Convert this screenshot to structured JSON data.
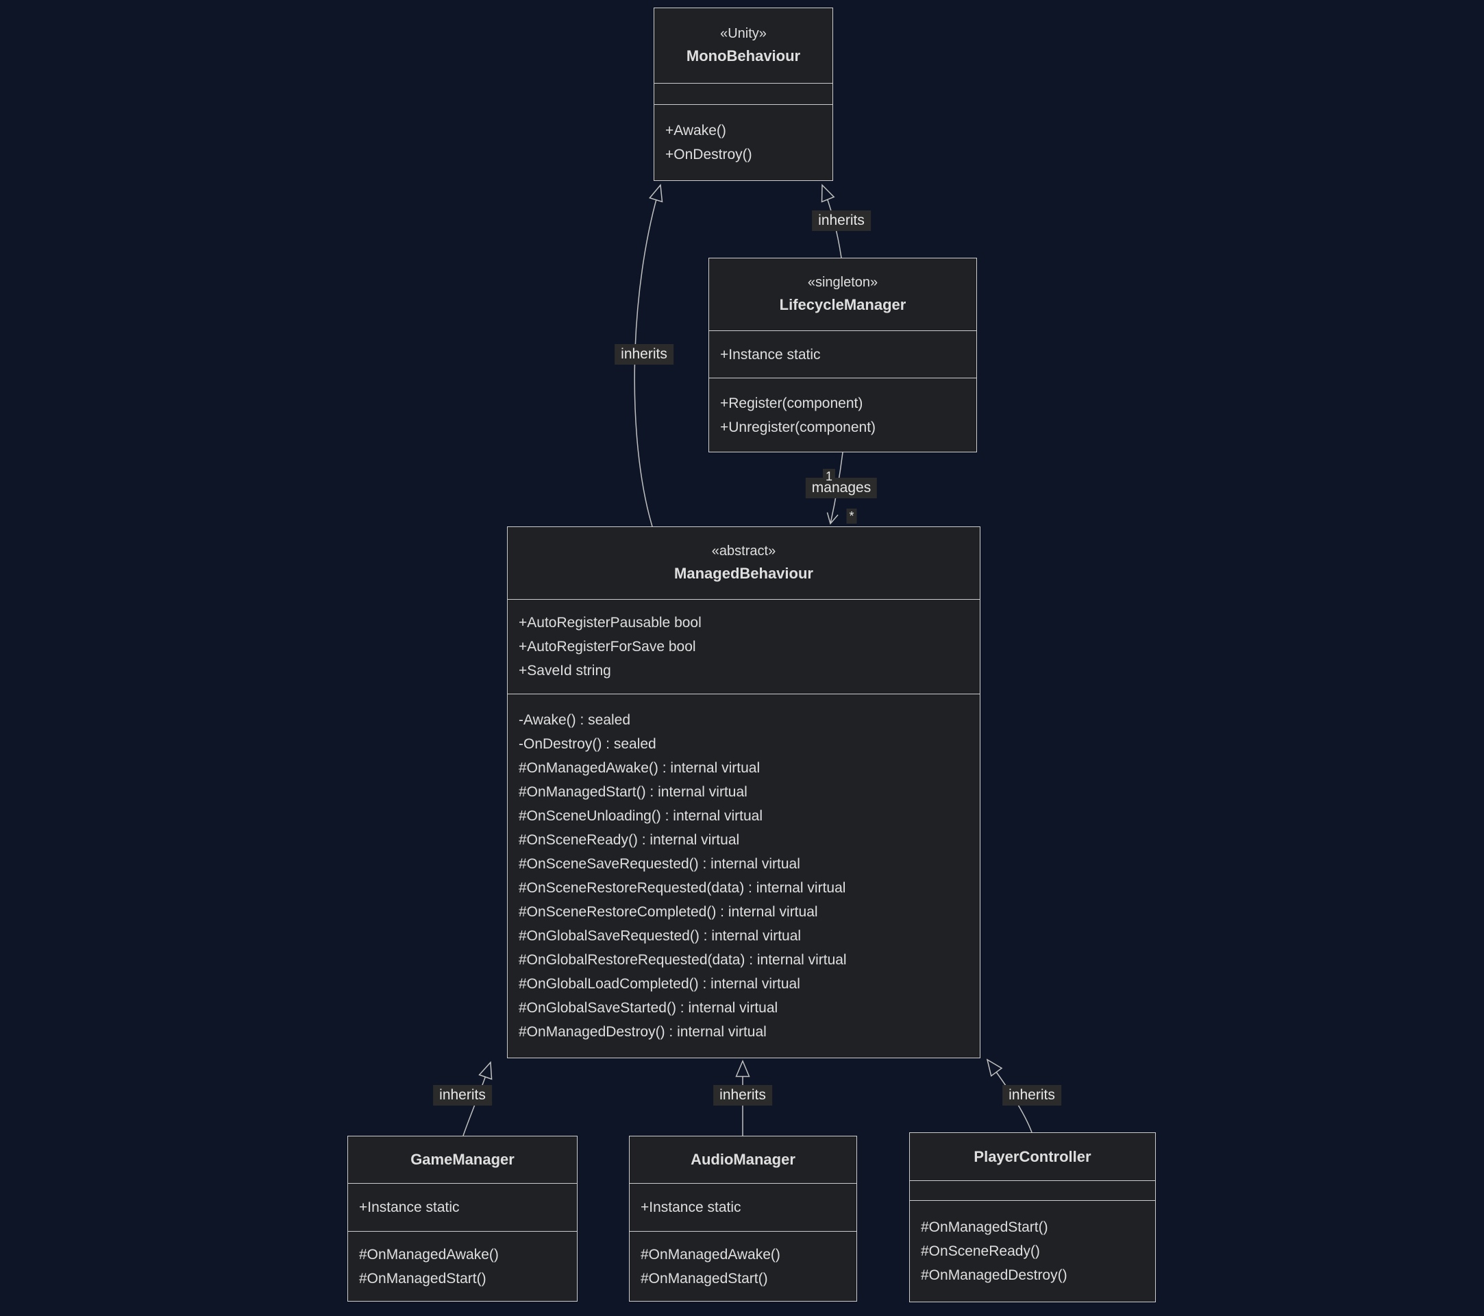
{
  "colors": {
    "background": "#0d1526",
    "box_fill": "#1f2125",
    "box_border": "#cccccc",
    "text": "#e0dfdf",
    "edge_line": "#c0c0c0",
    "label_bg": "#2b2b2b",
    "label_text": "#e8e8e8"
  },
  "classes": {
    "monobehaviour": {
      "stereotype": "«Unity»",
      "name": "MonoBehaviour",
      "attributes": [],
      "methods": [
        "+Awake()",
        "+OnDestroy()"
      ]
    },
    "lifecyclemanager": {
      "stereotype": "«singleton»",
      "name": "LifecycleManager",
      "attributes": [
        "+Instance static"
      ],
      "methods": [
        "+Register(component)",
        "+Unregister(component)"
      ]
    },
    "managedbehaviour": {
      "stereotype": "«abstract»",
      "name": "ManagedBehaviour",
      "attributes": [
        "+AutoRegisterPausable bool",
        "+AutoRegisterForSave bool",
        "+SaveId string"
      ],
      "methods": [
        "-Awake() : sealed",
        "-OnDestroy() : sealed",
        "#OnManagedAwake() : internal virtual",
        "#OnManagedStart() : internal virtual",
        "#OnSceneUnloading() : internal virtual",
        "#OnSceneReady() : internal virtual",
        "#OnSceneSaveRequested() : internal virtual",
        "#OnSceneRestoreRequested(data) : internal virtual",
        "#OnSceneRestoreCompleted() : internal virtual",
        "#OnGlobalSaveRequested() : internal virtual",
        "#OnGlobalRestoreRequested(data) : internal virtual",
        "#OnGlobalLoadCompleted() : internal virtual",
        "#OnGlobalSaveStarted() : internal virtual",
        "#OnManagedDestroy() : internal virtual"
      ]
    },
    "gamemanager": {
      "name": "GameManager",
      "attributes": [
        "+Instance static"
      ],
      "methods": [
        "#OnManagedAwake()",
        "#OnManagedStart()"
      ]
    },
    "audiomanager": {
      "name": "AudioManager",
      "attributes": [
        "+Instance static"
      ],
      "methods": [
        "#OnManagedAwake()",
        "#OnManagedStart()"
      ]
    },
    "playercontroller": {
      "name": "PlayerController",
      "attributes": [],
      "methods": [
        "#OnManagedStart()",
        "#OnSceneReady()",
        "#OnManagedDestroy()"
      ]
    }
  },
  "edges": {
    "lifecycle_to_mono": {
      "label": "inherits"
    },
    "managed_to_mono": {
      "label": "inherits"
    },
    "lifecycle_manages_managed": {
      "label": "manages",
      "source_cardinality": "1",
      "target_cardinality": "*"
    },
    "game_to_managed": {
      "label": "inherits"
    },
    "audio_to_managed": {
      "label": "inherits"
    },
    "player_to_managed": {
      "label": "inherits"
    }
  }
}
